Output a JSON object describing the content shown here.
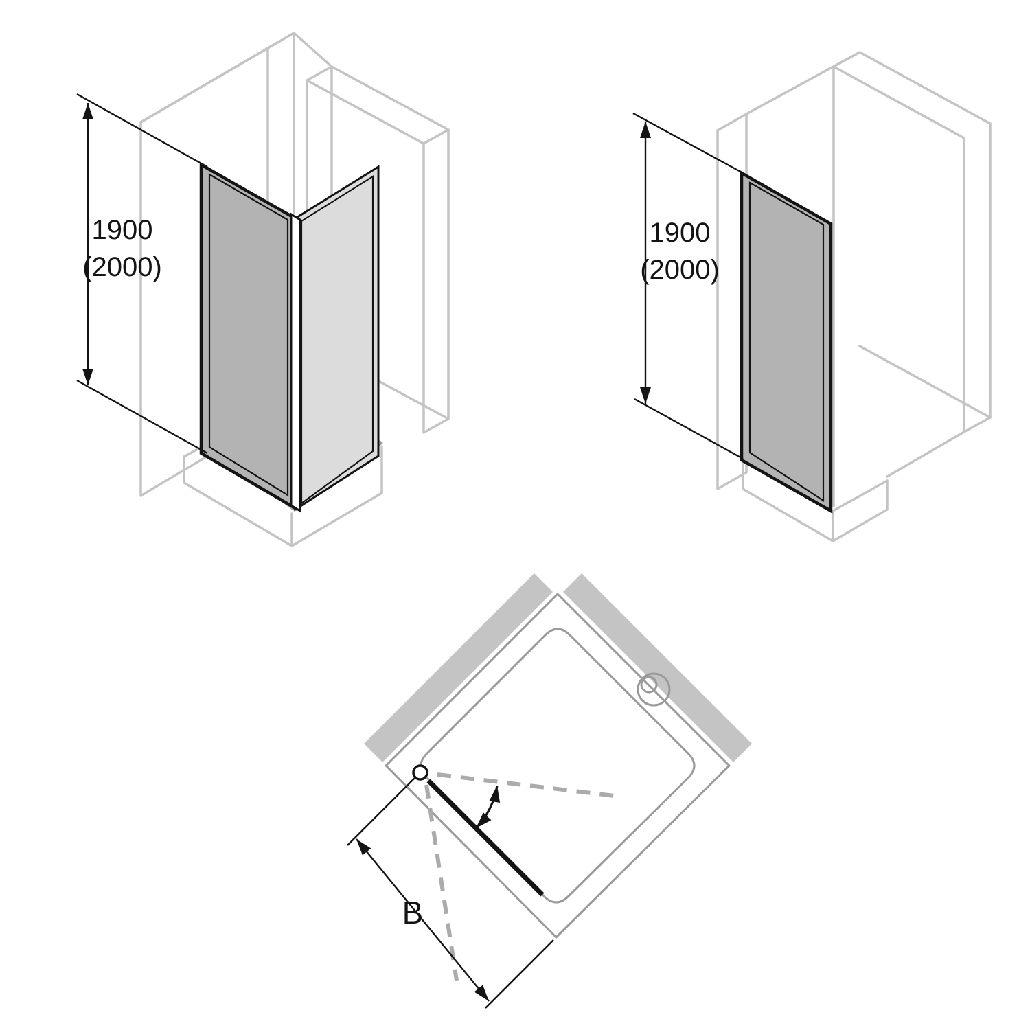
{
  "diagram": {
    "title": "shower door dimension drawing",
    "figures": {
      "corner": {
        "height_label": "1900",
        "height_label_alt": "(2000)"
      },
      "niche": {
        "height_label": "1900",
        "height_label_alt": "(2000)"
      },
      "plan": {
        "width_label": "B"
      }
    }
  },
  "colors": {
    "ink": "#141414",
    "wall": "#c4c4c4",
    "tray": "#9a9a9a",
    "glass_dark": "#b3b3b3",
    "glass_light": "#dcdcdc",
    "dash": "#ababab",
    "background": "#ffffff"
  }
}
